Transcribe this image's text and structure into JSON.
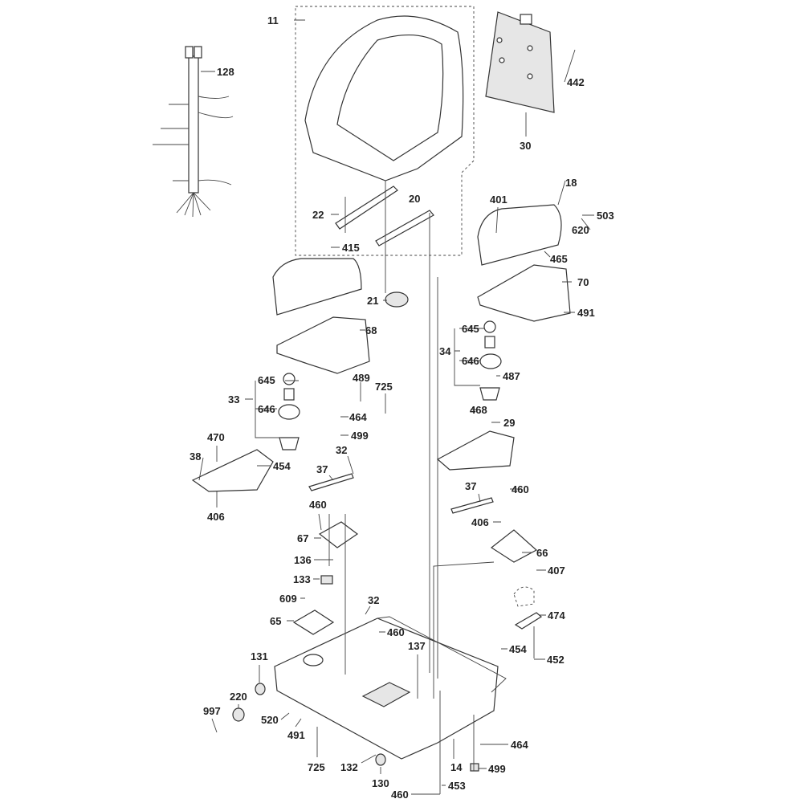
{
  "diagram": {
    "title": "Seat and operator platform exploded parts diagram",
    "callouts": [
      "11",
      "128",
      "442",
      "30",
      "18",
      "20",
      "401",
      "503",
      "22",
      "620",
      "415",
      "465",
      "70",
      "21",
      "491",
      "68",
      "645",
      "34",
      "646",
      "487",
      "645",
      "489",
      "725",
      "33",
      "646",
      "468",
      "464",
      "29",
      "499",
      "470",
      "32",
      "38",
      "454",
      "37",
      "37",
      "460",
      "406",
      "460",
      "406",
      "67",
      "66",
      "136",
      "407",
      "133",
      "609",
      "32",
      "474",
      "65",
      "460",
      "137",
      "454",
      "452",
      "131",
      "220",
      "997",
      "520",
      "491",
      "464",
      "725",
      "132",
      "14",
      "499",
      "130",
      "453",
      "460"
    ]
  }
}
